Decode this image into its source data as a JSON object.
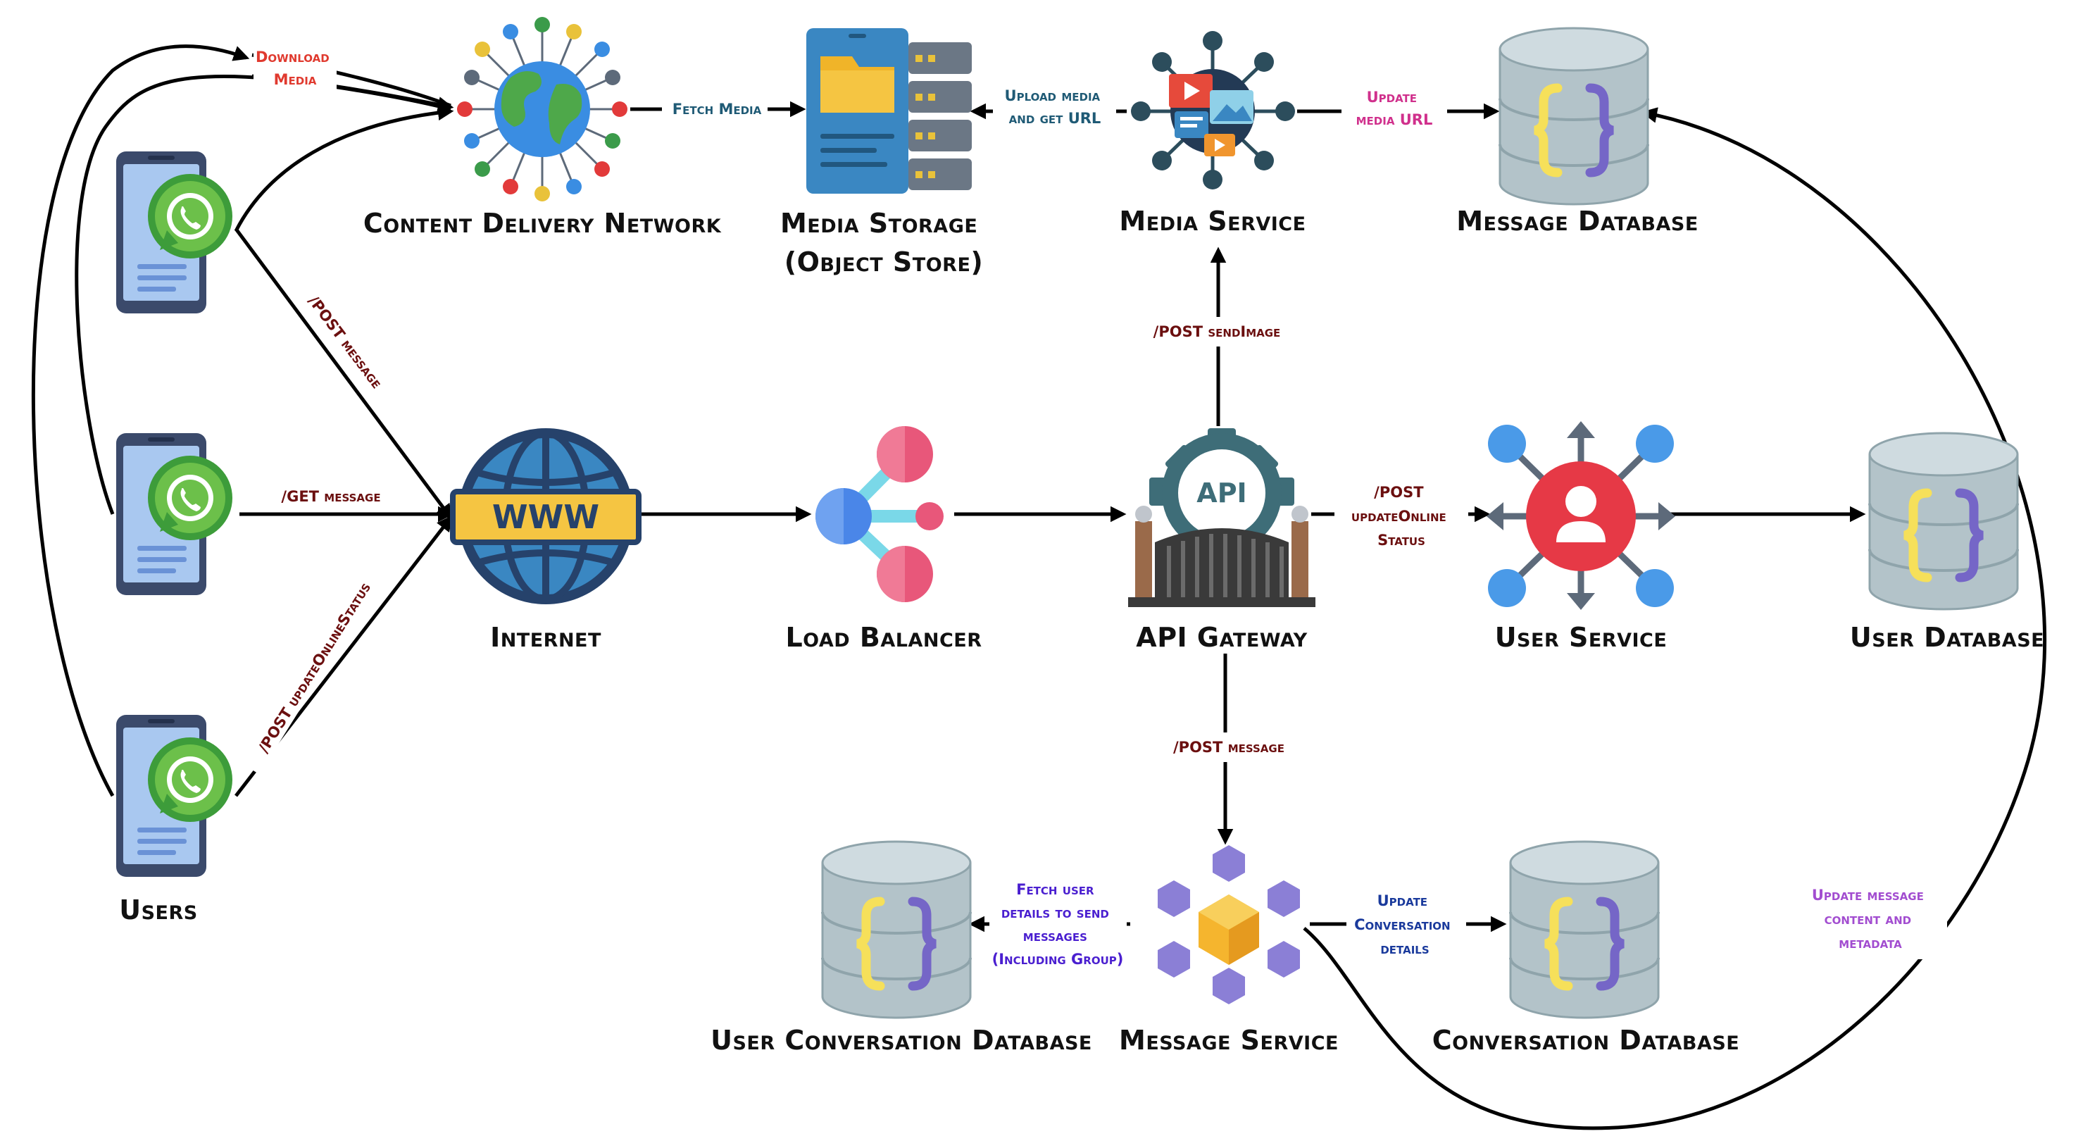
{
  "nodes": {
    "users": "Users",
    "cdn": "Content Delivery Network",
    "media_storage": [
      "Media Storage",
      "(Object Store)"
    ],
    "media_service": "Media Service",
    "message_database": "Message Database",
    "internet": "Internet",
    "load_balancer": "Load Balancer",
    "api_gateway": "API Gateway",
    "user_service": "User Service",
    "user_database": "User Database",
    "user_conversation_database": "User Conversation Database",
    "message_service": "Message Service",
    "conversation_database": "Conversation Database",
    "www_text": "WWW",
    "api_text": "API"
  },
  "edges": {
    "download_media": [
      "Download",
      "Media"
    ],
    "fetch_media": "Fetch Media",
    "upload_media": [
      "Upload media",
      "and get URL"
    ],
    "update_media_url": [
      "Update",
      "media URL"
    ],
    "post_message_user": "/POST message",
    "get_message": "/GET message",
    "post_update_online_user": "/POST updateOnlineStatus",
    "post_send_image": "/POST sendImage",
    "post_update_online_gw": [
      "/POST",
      "updateOnline",
      "Status"
    ],
    "post_message_gw": "/POST message",
    "fetch_user_details": [
      "Fetch user",
      "details to send",
      "messages",
      "(Including Group)"
    ],
    "update_conversation": [
      "Update",
      "Conversation",
      "details"
    ],
    "update_message_content": [
      "Update message",
      "content and",
      "metadata"
    ]
  },
  "colors": {
    "label_dark_red": "#6b0f0f",
    "label_red": "#e03a2f",
    "label_teal": "#1f5a75",
    "label_pink": "#d0308c",
    "label_indigo": "#4a1fd0",
    "label_blue": "#1a3a9c",
    "label_violet": "#a24dd0"
  }
}
